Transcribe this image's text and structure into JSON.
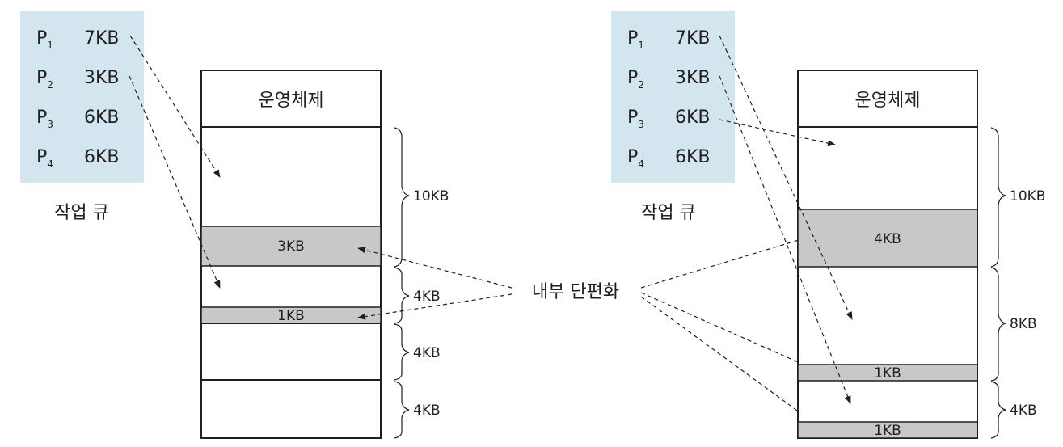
{
  "center_label": "내부 단편화",
  "left": {
    "queue": {
      "title": "작업 큐",
      "items": [
        {
          "p": "P",
          "sub": "1",
          "size": "7KB"
        },
        {
          "p": "P",
          "sub": "2",
          "size": "3KB"
        },
        {
          "p": "P",
          "sub": "3",
          "size": "6KB"
        },
        {
          "p": "P",
          "sub": "4",
          "size": "6KB"
        }
      ]
    },
    "memory": {
      "os_label": "운영체제",
      "fragments": [
        "3KB",
        "1KB"
      ],
      "partitions": [
        "10KB",
        "4KB",
        "4KB",
        "4KB"
      ]
    }
  },
  "right": {
    "queue": {
      "title": "작업 큐",
      "items": [
        {
          "p": "P",
          "sub": "1",
          "size": "7KB"
        },
        {
          "p": "P",
          "sub": "2",
          "size": "3KB"
        },
        {
          "p": "P",
          "sub": "3",
          "size": "6KB"
        },
        {
          "p": "P",
          "sub": "4",
          "size": "6KB"
        }
      ]
    },
    "memory": {
      "os_label": "운영체제",
      "fragments": [
        "4KB",
        "1KB",
        "1KB"
      ],
      "partitions": [
        "10KB",
        "8KB",
        "4KB"
      ]
    }
  },
  "colors": {
    "queue_bg": "#d3e5ee",
    "fragment_fill": "#c8c8ca",
    "stroke": "#231f20"
  }
}
